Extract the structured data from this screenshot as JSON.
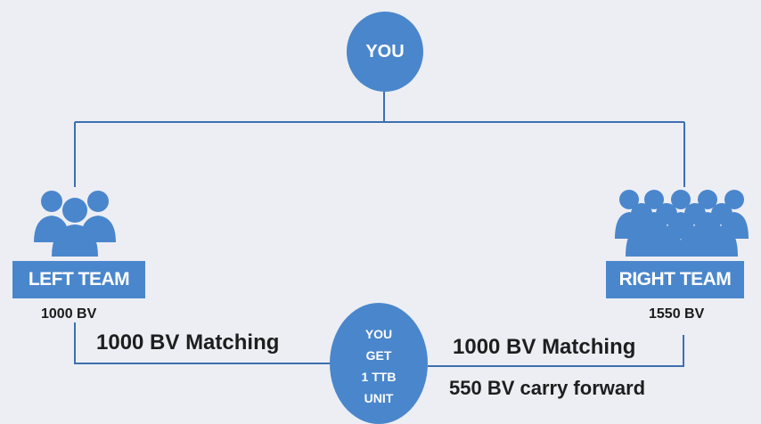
{
  "top_node": {
    "label": "YOU"
  },
  "left_team": {
    "label": "LEFT TEAM",
    "bv": "1000 BV",
    "matching": "1000 BV Matching"
  },
  "right_team": {
    "label": "RIGHT TEAM",
    "bv": "1550 BV",
    "matching": "1000 BV Matching",
    "carry_forward": "550 BV carry forward"
  },
  "result": {
    "lines": [
      "YOU",
      "GET",
      "1 TTB",
      "UNIT"
    ]
  },
  "colors": {
    "node_blue": "#4a86cc",
    "line": "#3d6fb0",
    "icon_blue": "#4a86cc",
    "background": "#eceef4"
  },
  "icons": {
    "left": "people-group-icon",
    "right": "large-people-group-icon"
  }
}
